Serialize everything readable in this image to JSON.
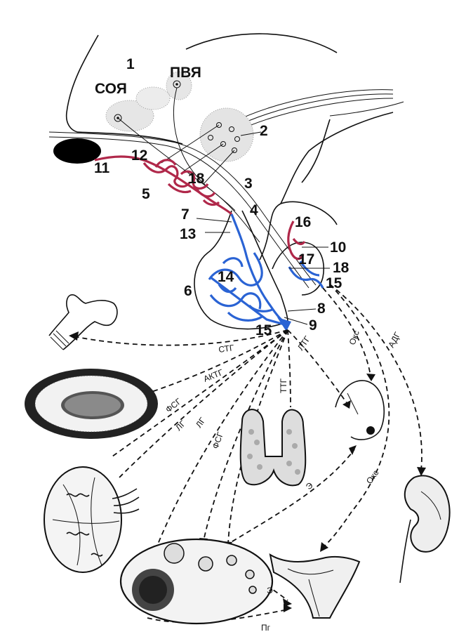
{
  "numbers": {
    "n1": "1",
    "n2": "2",
    "n3": "3",
    "n4": "4",
    "n5": "5",
    "n6": "6",
    "n7": "7",
    "n8": "8",
    "n9": "9",
    "n10": "10",
    "n11": "11",
    "n12": "12",
    "n13": "13",
    "n14": "14",
    "n15a": "15",
    "n15b": "15",
    "n16": "16",
    "n17": "17",
    "n18a": "18",
    "n18b": "18"
  },
  "nuclei": {
    "son": "СОЯ",
    "pvn": "ПВЯ"
  },
  "hormones": {
    "stg": "СТГ",
    "aktg": "АКТГ",
    "fsg1": "ФСГ",
    "lg1": "ЛГ",
    "lg2": "ЛГ",
    "fsg2": "ФСГ",
    "ttg": "ТТГ",
    "ltg": "ЛТГ",
    "oks1": "Окс",
    "adg": "АДГ",
    "oks2": "Окс",
    "e1": "Э",
    "e2": "Э",
    "pg": "Пг"
  },
  "colors": {
    "portal_red": "#b0284a",
    "portal_blue": "#2a63d4",
    "ink": "#111111"
  }
}
